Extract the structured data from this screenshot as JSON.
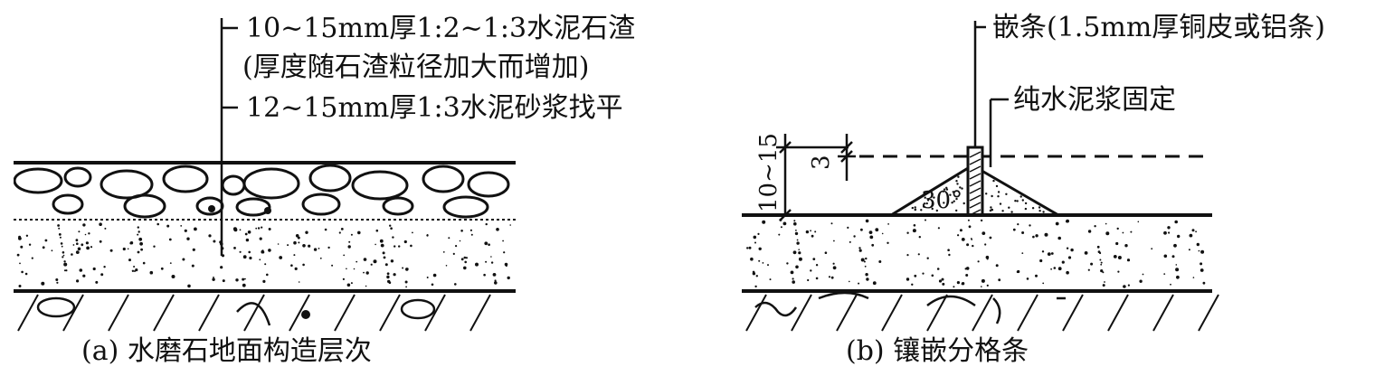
{
  "panel_a": {
    "labels": [
      "10~15mm厚1:2~1:3水泥石渣",
      "(厚度随石渣粒径加大而增加)",
      "12~15mm厚1:3水泥砂浆找平"
    ],
    "caption": "(a) 水磨石地面构造层次"
  },
  "panel_b": {
    "labels": [
      "嵌条(1.5mm厚铜皮或铝条)",
      "纯水泥浆固定"
    ],
    "dim_total": "10~15",
    "dim_top": "3",
    "angle": "30°",
    "caption": "(b) 镶嵌分格条"
  }
}
